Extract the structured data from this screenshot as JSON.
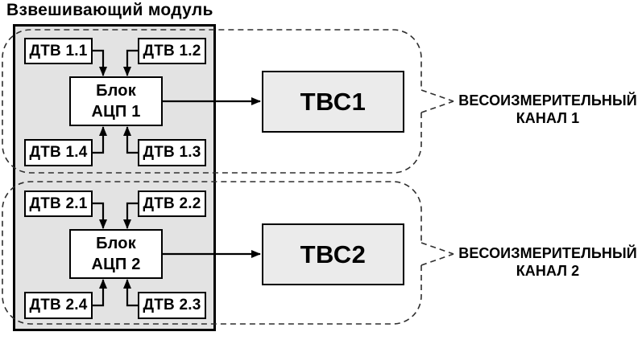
{
  "title": "Взвешивающий модуль",
  "channels": [
    {
      "sensors": {
        "s1": "ДТВ 1.1",
        "s2": "ДТВ 1.2",
        "s3": "ДТВ 1.3",
        "s4": "ДТВ 1.4"
      },
      "adc": {
        "line1": "Блок",
        "line2": "АЦП 1"
      },
      "output": "ТВС1",
      "label": {
        "line1": "ВЕСОИЗМЕРИТЕЛЬНЫЙ",
        "line2": "КАНАЛ 1"
      }
    },
    {
      "sensors": {
        "s1": "ДТВ 2.1",
        "s2": "ДТВ 2.2",
        "s3": "ДТВ 2.3",
        "s4": "ДТВ 2.4"
      },
      "adc": {
        "line1": "Блок",
        "line2": "АЦП 2"
      },
      "output": "ТВС2",
      "label": {
        "line1": "ВЕСОИЗМЕРИТЕЛЬНЫЙ",
        "line2": "КАНАЛ 2"
      }
    }
  ],
  "colors": {
    "module_fill": "#e3e3e3",
    "box_fill": "#ffffff",
    "output_fill": "#ebebeb",
    "line": "#000000",
    "dash": "#2f2f2f"
  }
}
